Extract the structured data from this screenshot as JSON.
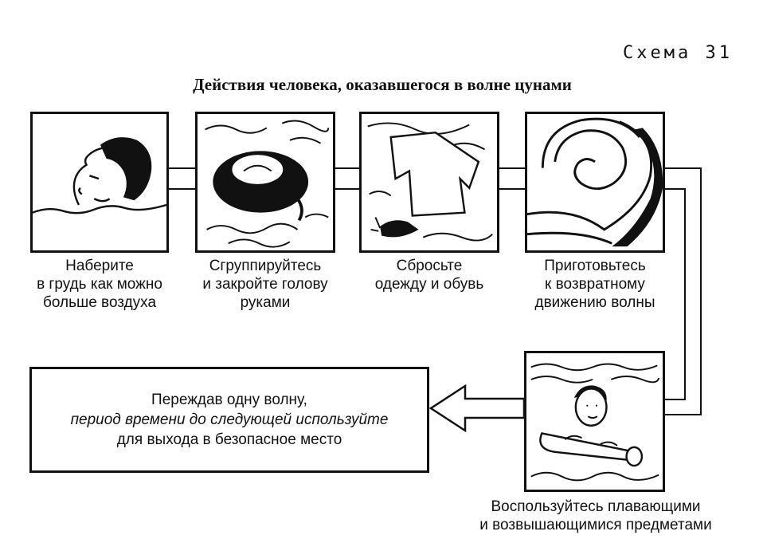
{
  "scheme_label": "Схема 31",
  "title": "Действия человека, оказавшегося в волне цунами",
  "steps": [
    {
      "lines": [
        "Наберите",
        "в грудь как можно",
        "больше воздуха"
      ],
      "icon": "face-breath-icon"
    },
    {
      "lines": [
        "Сгруппируйтесь",
        "и закройте голову",
        "руками"
      ],
      "icon": "tucked-person-icon"
    },
    {
      "lines": [
        "Сбросьте",
        "одежду и обувь"
      ],
      "icon": "clothes-shoe-icon"
    },
    {
      "lines": [
        "Приготовьтесь",
        "к возвратному",
        "движению  волны"
      ],
      "icon": "wave-curl-icon"
    },
    {
      "lines": [
        "Воспользуйтесь плавающими",
        "и возвышающимися предметами"
      ],
      "icon": "person-log-icon"
    }
  ],
  "final": {
    "lines": [
      "Переждав одну волну,",
      "период времени до следующей используйте",
      "для выхода в безопасное место"
    ]
  }
}
